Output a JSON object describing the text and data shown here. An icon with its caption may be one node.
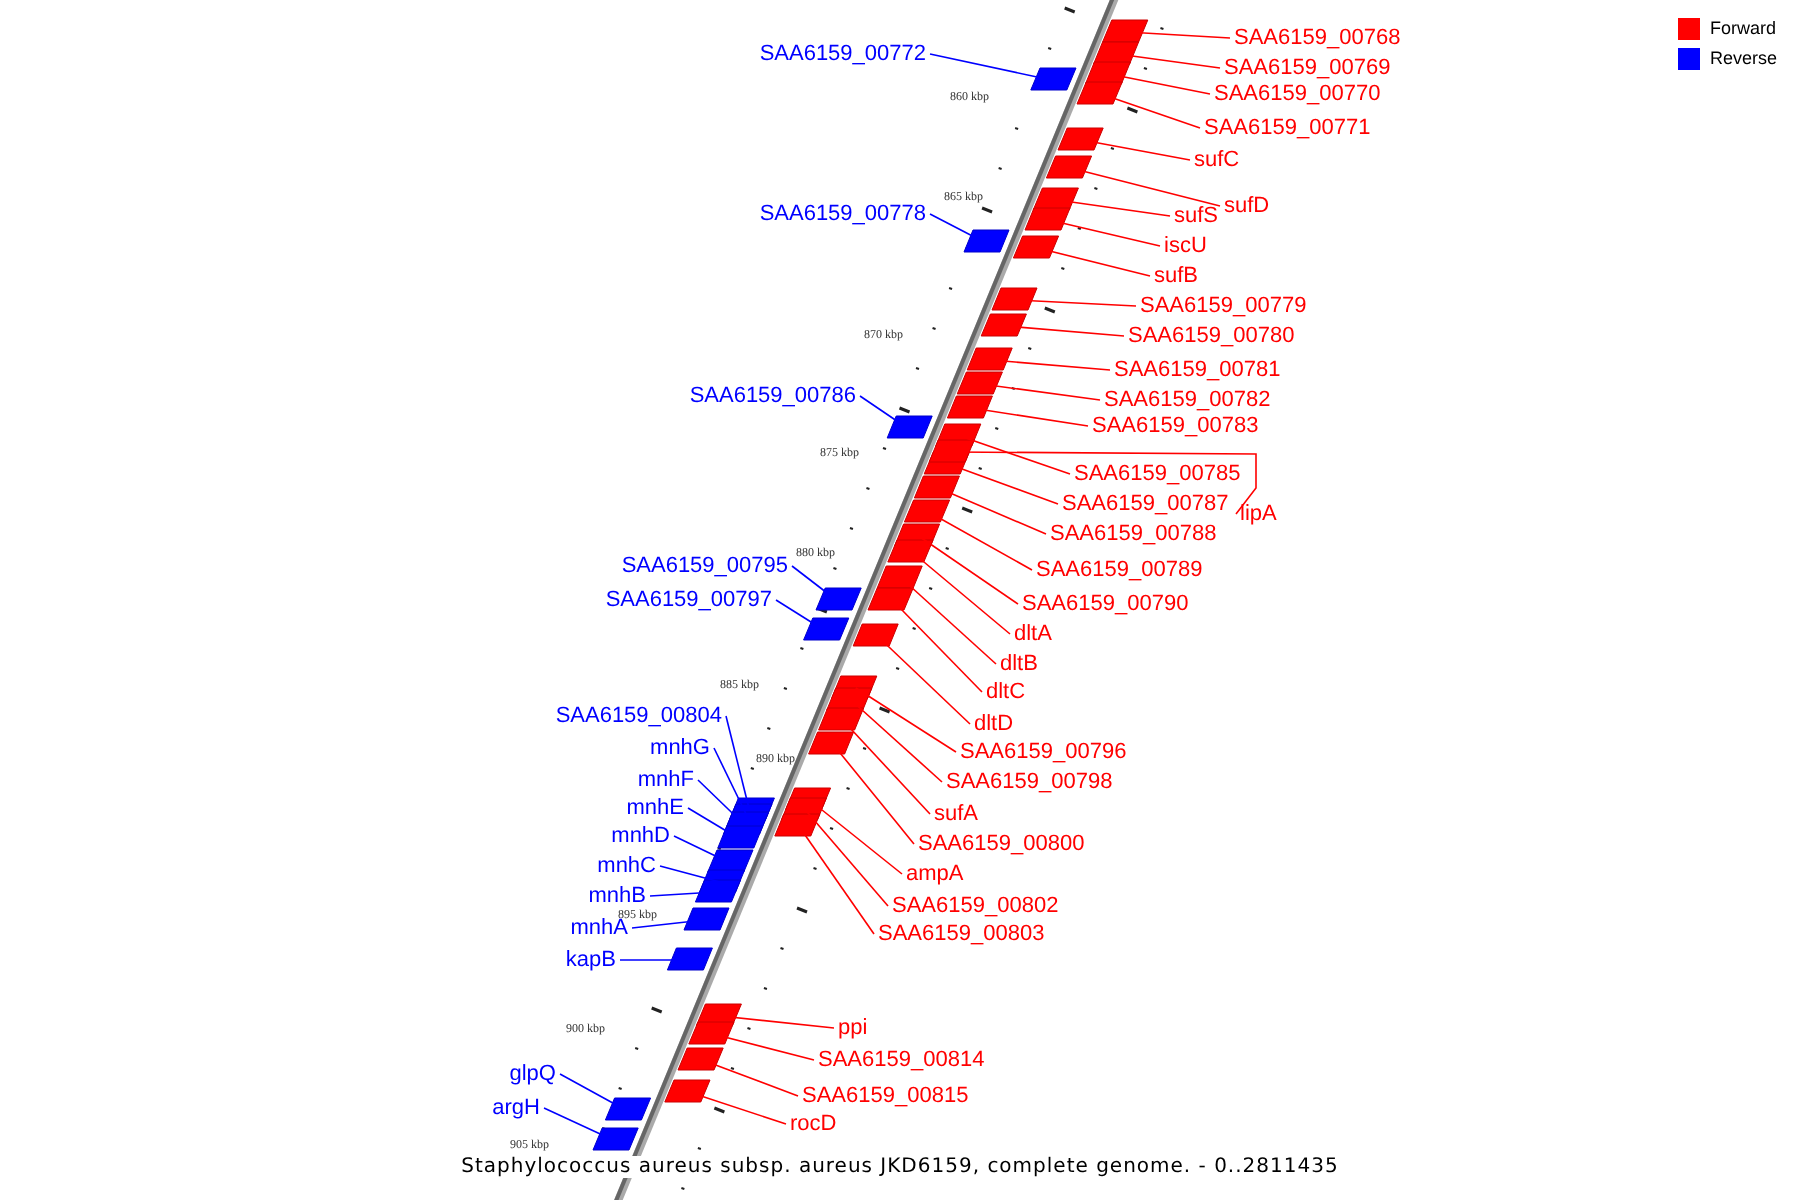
{
  "diagram": {
    "caption": "Staphylococcus aureus subsp. aureus JKD6159, complete genome. - 0..2811435",
    "nodes": [
      {
        "text": [
          "SAA6159_00768"
        ]
      },
      {
        "text": [
          "SAA6159_00772"
        ]
      },
      {
        "text": [
          "SAA6159_00769"
        ]
      },
      {
        "text": [
          "SAA6159_00770"
        ]
      },
      {
        "text": [
          "SAA6159_00771"
        ]
      },
      {
        "text": [
          "sufC"
        ]
      },
      {
        "text": [
          "sufD"
        ]
      },
      {
        "text": [
          "SAA6159_00778"
        ]
      },
      {
        "text": [
          "sufS"
        ]
      },
      {
        "text": [
          "iscU"
        ]
      },
      {
        "text": [
          "sufB"
        ]
      },
      {
        "text": [
          "SAA6159_00779"
        ]
      },
      {
        "text": [
          "SAA6159_00780"
        ]
      },
      {
        "text": [
          "SAA6159_00781"
        ]
      },
      {
        "text": [
          "SAA6159_00786"
        ]
      },
      {
        "text": [
          "SAA6159_00782"
        ]
      },
      {
        "text": [
          "SAA6159_00783"
        ]
      },
      {
        "text": [
          "SAA6159_00785"
        ]
      },
      {
        "text": [
          "SAA6159_00787"
        ]
      },
      {
        "text": [
          "lipA"
        ]
      },
      {
        "text": [
          "SAA6159_00788"
        ]
      },
      {
        "text": [
          "SAA6159_00795"
        ]
      },
      {
        "text": [
          "SAA6159_00789"
        ]
      },
      {
        "text": [
          "SAA6159_00797"
        ]
      },
      {
        "text": [
          "SAA6159_00790"
        ]
      },
      {
        "text": [
          "dltA"
        ]
      },
      {
        "text": [
          "dltB"
        ]
      },
      {
        "text": [
          "dltC"
        ]
      },
      {
        "text": [
          "SAA6159_00804"
        ]
      },
      {
        "text": [
          "dltD"
        ]
      },
      {
        "text": [
          "mnhG"
        ]
      },
      {
        "text": [
          "SAA6159_00796"
        ]
      },
      {
        "text": [
          "mnhF"
        ]
      },
      {
        "text": [
          "SAA6159_00798"
        ]
      },
      {
        "text": [
          "mnhE"
        ]
      },
      {
        "text": [
          "sufA"
        ]
      },
      {
        "text": [
          "mnhD"
        ]
      },
      {
        "text": [
          "SAA6159_00800"
        ]
      },
      {
        "text": [
          "mnhC"
        ]
      },
      {
        "text": [
          "ampA"
        ]
      },
      {
        "text": [
          "mnhB"
        ]
      },
      {
        "text": [
          "SAA6159_00802"
        ]
      },
      {
        "text": [
          "mnhA"
        ]
      },
      {
        "text": [
          "SAA6159_00803"
        ]
      },
      {
        "text": [
          "kapB"
        ]
      },
      {
        "text": [
          "ppi"
        ]
      },
      {
        "text": [
          "SAA6159_00814"
        ]
      },
      {
        "text": [
          "glpQ"
        ]
      },
      {
        "text": [
          "SAA6159_00815"
        ]
      },
      {
        "text": [
          "argH"
        ]
      },
      {
        "text": [
          "rocD"
        ]
      }
    ],
    "edges": [
      {
        "from": 0,
        "to": null,
        "arrow": "none"
      },
      {
        "from": 1,
        "to": null,
        "arrow": "none",
        "color": "#0000ff"
      },
      {
        "from": 2,
        "to": null,
        "arrow": "none"
      },
      {
        "from": 3,
        "to": null,
        "arrow": "none"
      },
      {
        "from": 4,
        "to": null,
        "arrow": "none"
      },
      {
        "from": 5,
        "to": null,
        "arrow": "none"
      },
      {
        "from": 6,
        "to": null,
        "arrow": "none"
      },
      {
        "from": 7,
        "to": null,
        "arrow": "none",
        "color": "#0000ff"
      },
      {
        "from": 8,
        "to": null,
        "arrow": "none"
      },
      {
        "from": 9,
        "to": null,
        "arrow": "none"
      },
      {
        "from": 10,
        "to": null,
        "arrow": "none"
      },
      {
        "from": 11,
        "to": null,
        "arrow": "none"
      },
      {
        "from": 12,
        "to": null,
        "arrow": "none"
      },
      {
        "from": 13,
        "to": null,
        "arrow": "none"
      },
      {
        "from": 14,
        "to": null,
        "arrow": "none",
        "color": "#0000ff"
      },
      {
        "from": 15,
        "to": null,
        "arrow": "none"
      },
      {
        "from": 16,
        "to": null,
        "arrow": "none"
      },
      {
        "from": 17,
        "to": null,
        "arrow": "none"
      },
      {
        "from": 18,
        "to": null,
        "arrow": "none"
      },
      {
        "from": 19,
        "to": null,
        "arrow": "none"
      },
      {
        "from": 20,
        "to": null,
        "arrow": "none"
      },
      {
        "from": 21,
        "to": null,
        "arrow": "none",
        "color": "#0000ff"
      },
      {
        "from": 22,
        "to": null,
        "arrow": "none"
      },
      {
        "from": 23,
        "to": null,
        "arrow": "none",
        "color": "#0000ff"
      },
      {
        "from": 24,
        "to": null,
        "arrow": "none"
      },
      {
        "from": 25,
        "to": null,
        "arrow": "none"
      },
      {
        "from": 26,
        "to": null,
        "arrow": "none"
      },
      {
        "from": 27,
        "to": null,
        "arrow": "none"
      },
      {
        "from": 28,
        "to": null,
        "arrow": "none",
        "color": "#0000ff"
      },
      {
        "from": 29,
        "to": null,
        "arrow": "none"
      },
      {
        "from": 30,
        "to": null,
        "arrow": "none",
        "color": "#0000ff"
      },
      {
        "from": 31,
        "to": null,
        "arrow": "none"
      },
      {
        "from": 32,
        "to": null,
        "arrow": "none",
        "color": "#0000ff"
      },
      {
        "from": 33,
        "to": null,
        "arrow": "none"
      },
      {
        "from": 34,
        "to": null,
        "arrow": "none",
        "color": "#0000ff"
      },
      {
        "from": 35,
        "to": null,
        "arrow": "none"
      },
      {
        "from": 36,
        "to": null,
        "arrow": "none",
        "color": "#0000ff"
      },
      {
        "from": 37,
        "to": null,
        "arrow": "none"
      },
      {
        "from": 38,
        "to": null,
        "arrow": "none",
        "color": "#0000ff"
      },
      {
        "from": 39,
        "to": null,
        "arrow": "none"
      },
      {
        "from": 40,
        "to": null,
        "arrow": "none",
        "color": "#0000ff"
      },
      {
        "from": 41,
        "to": null,
        "arrow": "none"
      },
      {
        "from": 42,
        "to": null,
        "arrow": "none",
        "color": "#0000ff"
      },
      {
        "from": 43,
        "to": null,
        "arrow": "none"
      },
      {
        "from": 44,
        "to": null,
        "arrow": "none",
        "color": "#0000ff"
      },
      {
        "from": 45,
        "to": null,
        "arrow": "none"
      },
      {
        "from": 46,
        "to": null,
        "arrow": "none"
      },
      {
        "from": 47,
        "to": null,
        "arrow": "none",
        "color": "#0000ff"
      },
      {
        "from": 48,
        "to": null,
        "arrow": "none"
      },
      {
        "from": 49,
        "to": null,
        "arrow": "none",
        "color": "#0000ff"
      },
      {
        "from": 50,
        "to": null,
        "arrow": "none"
      }
    ],
    "labels": [
      "860 kbp",
      "865 kbp",
      "870 kbp",
      "875 kbp",
      "880 kbp",
      "885 kbp",
      "890 kbp",
      "895 kbp",
      "900 kbp",
      "905 kbp"
    ],
    "legend": [
      {
        "text": "Forward",
        "color": "#ff0000"
      },
      {
        "text": "Reverse",
        "color": "#0000ff"
      }
    ]
  }
}
